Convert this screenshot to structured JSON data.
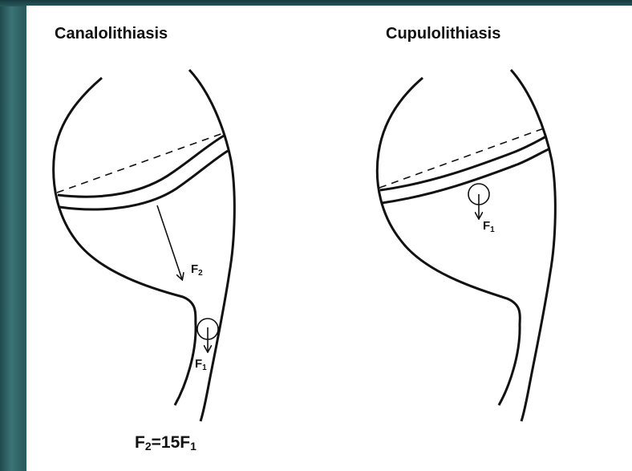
{
  "colors": {
    "background_teal": "#2f5f62",
    "panel": "#ffffff",
    "ink": "#111111"
  },
  "diagram": {
    "left_panel": {
      "title": "Canalolithiasis",
      "force_large": {
        "base": "F",
        "subscript": "2"
      },
      "force_small": {
        "base": "F",
        "subscript": "1"
      }
    },
    "right_panel": {
      "title": "Cupulolithiasis",
      "force_small": {
        "base": "F",
        "subscript": "1"
      }
    },
    "equation": {
      "lhs_base": "F",
      "lhs_sub": "2",
      "middle": "=15",
      "rhs_base": "F",
      "rhs_sub": "1"
    }
  }
}
